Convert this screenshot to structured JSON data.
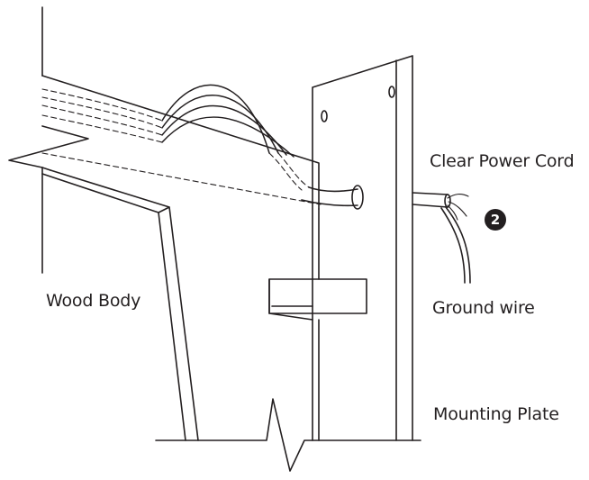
{
  "labels": {
    "clear_power_cord": "Clear Power Cord",
    "ground_wire": "Ground wire",
    "wood_body": "Wood Body",
    "mounting_plate": "Mounting Plate"
  },
  "step_badge": "2",
  "colors": {
    "line": "#231f20",
    "background": "#ffffff"
  }
}
